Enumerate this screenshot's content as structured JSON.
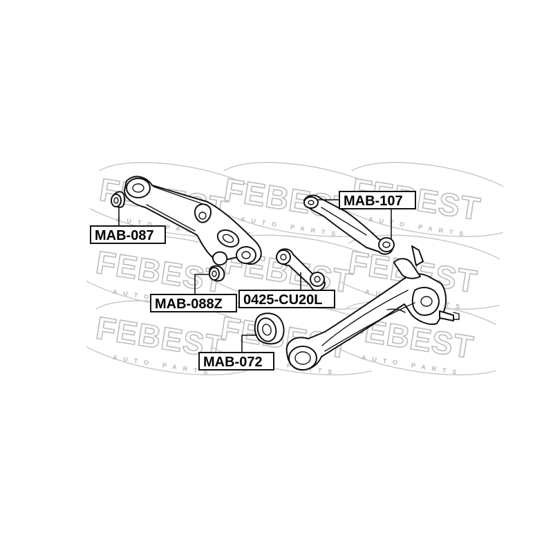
{
  "watermark": {
    "brand": "FEBEST",
    "tagline": "AUTO PARTS"
  },
  "callouts": {
    "mab_087": "MAB-087",
    "mab_107": "MAB-107",
    "mab_088z": "MAB-088Z",
    "cu20l": "0425-CU20L",
    "mab_072": "MAB-072"
  },
  "colors": {
    "line": "#111111",
    "watermark": "#bcbcbc",
    "background": "#ffffff"
  }
}
